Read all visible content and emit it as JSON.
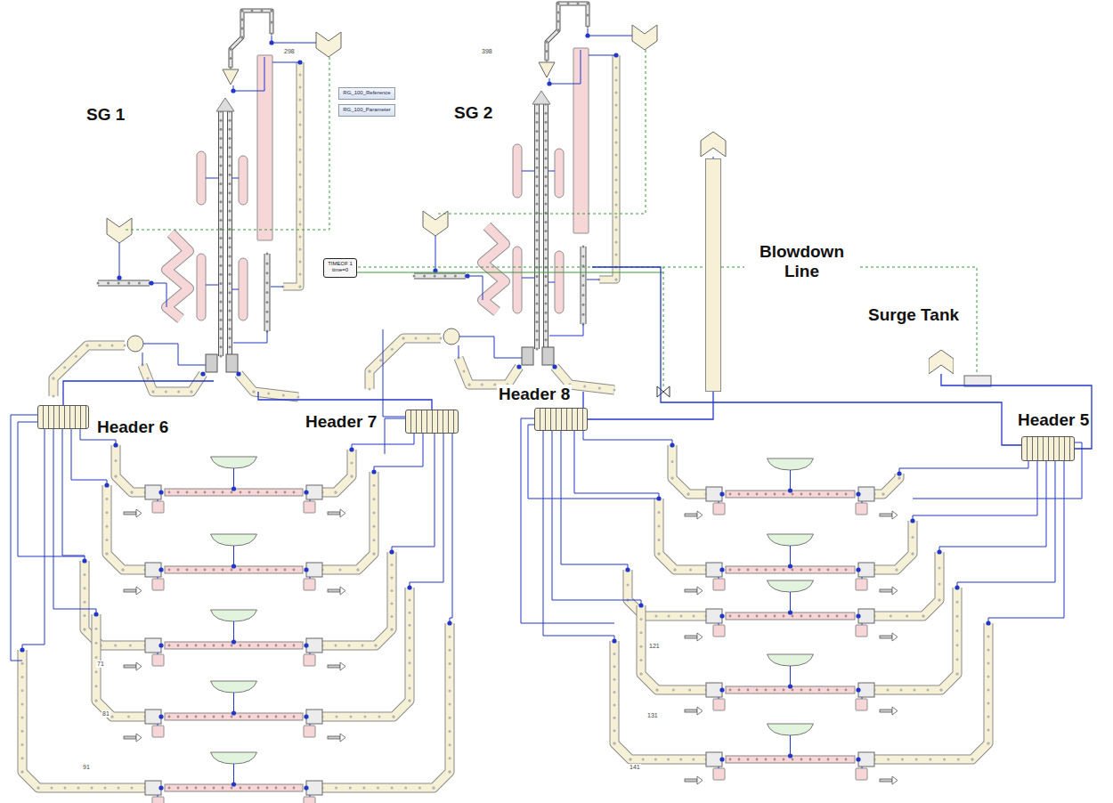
{
  "diagram": {
    "nodes": [
      {
        "text": [
          "SG 1"
        ]
      },
      {
        "text": [
          "RG_100_Reference"
        ]
      },
      {
        "text": [
          "RG_100_Parameter"
        ]
      },
      {
        "text": [
          "SG 2"
        ]
      },
      {
        "text": [
          "TIMEOF 1",
          "time=0"
        ]
      },
      {
        "text": [
          "Blowdown Line"
        ]
      },
      {
        "text": [
          "Surge Tank"
        ]
      },
      {
        "text": [
          "Header 6"
        ]
      },
      {
        "text": [
          "Header 7"
        ]
      },
      {
        "text": [
          "Header 8"
        ]
      },
      {
        "text": [
          "Header 5"
        ]
      }
    ],
    "edges": [
      {
        "from": 7,
        "to": 0,
        "arrow": "none"
      },
      {
        "from": 0,
        "to": 8,
        "arrow": "none"
      },
      {
        "from": 3,
        "to": 9,
        "arrow": "none"
      },
      {
        "from": 9,
        "to": 5,
        "arrow": "none"
      },
      {
        "from": 10,
        "to": 6,
        "arrow": "none"
      },
      {
        "from": 10,
        "to": 3,
        "arrow": "none"
      }
    ],
    "labels": [
      "298",
      "398",
      "71",
      "81",
      "91",
      "121",
      "131",
      "141"
    ]
  }
}
